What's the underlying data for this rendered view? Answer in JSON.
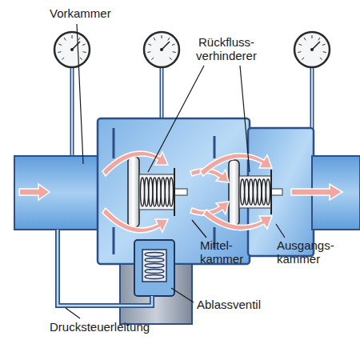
{
  "diagram": {
    "labels": [
      "Vorkammer",
      "Rückfluss- verhinderer",
      "Mittel- kammer",
      "Ausgangs- kammer",
      "Ablassventil",
      "Drucksteuerleitung"
    ]
  }
}
